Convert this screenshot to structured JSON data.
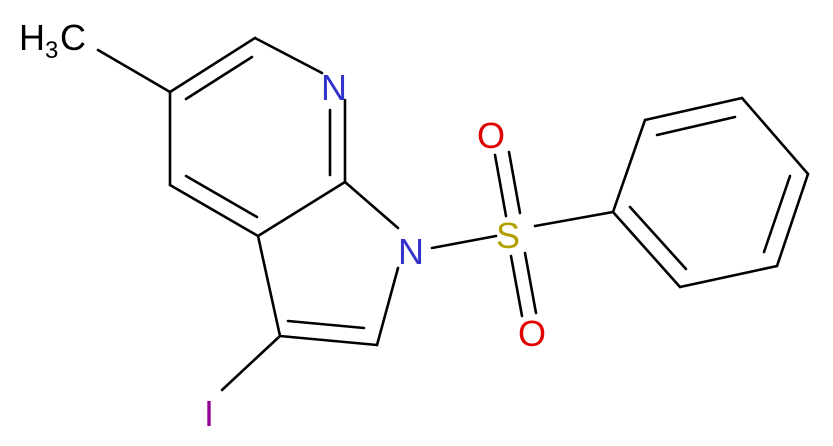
{
  "molecule": {
    "labels": {
      "methyl_main": "H",
      "methyl_carbon": "C",
      "methyl_subscript": "3",
      "pyridine_n": "N",
      "pyrrole_n": "N",
      "sulfur": "S",
      "oxygen_top": "O",
      "oxygen_bottom": "O",
      "iodine": "I"
    },
    "colors": {
      "bond": "#000000",
      "carbon_text": "#000000",
      "nitrogen": "#3333cc",
      "oxygen": "#e00000",
      "sulfur": "#b3a000",
      "iodine": "#940094"
    }
  }
}
